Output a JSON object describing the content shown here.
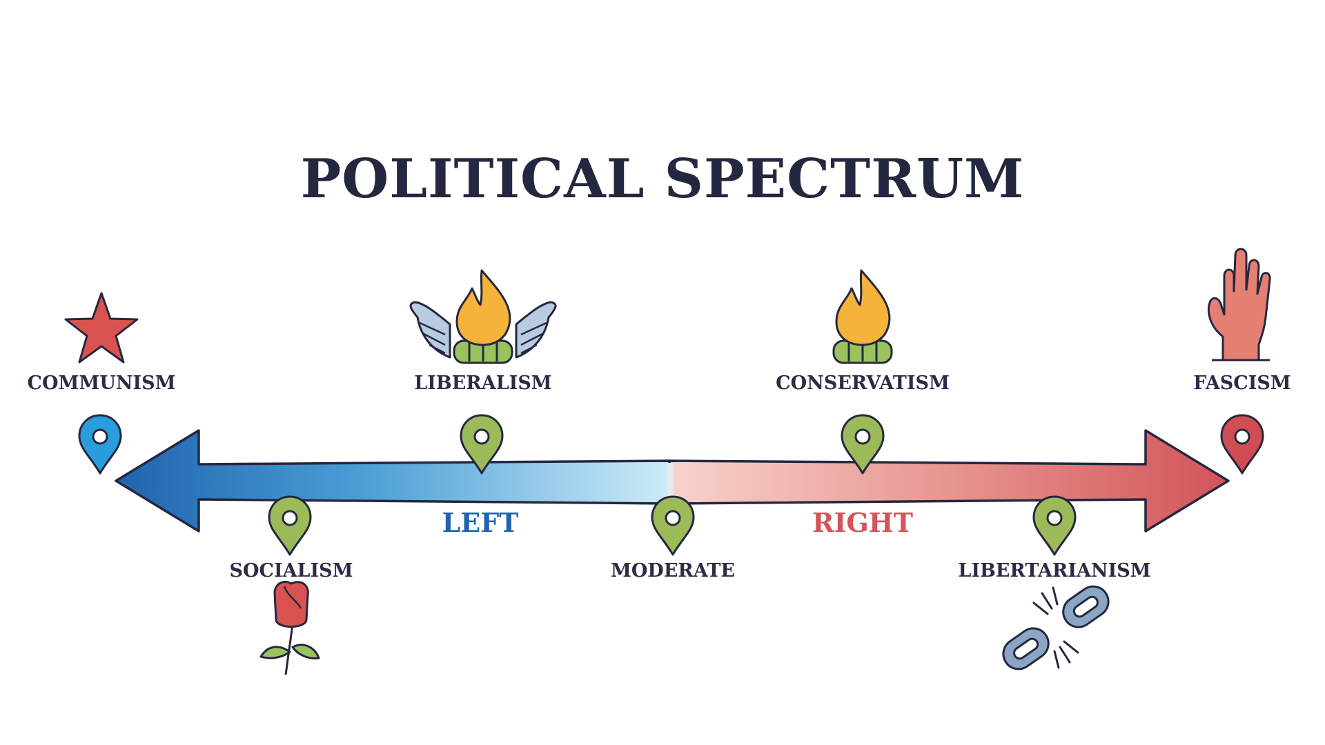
{
  "title": "POLITICAL SPECTRUM",
  "sides": {
    "left": "LEFT",
    "right": "RIGHT"
  },
  "positions": {
    "communism": "COMMUNISM",
    "liberalism": "LIBERALISM",
    "conservatism": "CONSERVATISM",
    "fascism": "FASCISM",
    "socialism": "SOCIALISM",
    "moderate": "MODERATE",
    "libertarianism": "LIBERTARIANISM"
  },
  "colors": {
    "ink": "#24273f",
    "left_dark": "#1f63ad",
    "left_light": "#cdebf8",
    "right_light": "#f7d3cd",
    "right_dark": "#d2545a",
    "pin_green": "#9cba57",
    "pin_blue": "#2a9ddc",
    "pin_red": "#cf4d53",
    "flame": "#f6b33c",
    "log_green": "#9bc35d",
    "wing": "#b9cbe0",
    "star_red": "#d8534f",
    "hand": "#e57f72",
    "chain": "#8ba6c5"
  },
  "icons": {
    "communism": "star-icon",
    "liberalism": "winged-flame-icon",
    "conservatism": "flame-icon",
    "fascism": "raised-hand-icon",
    "socialism": "rose-icon",
    "libertarianism": "broken-chain-icon"
  }
}
